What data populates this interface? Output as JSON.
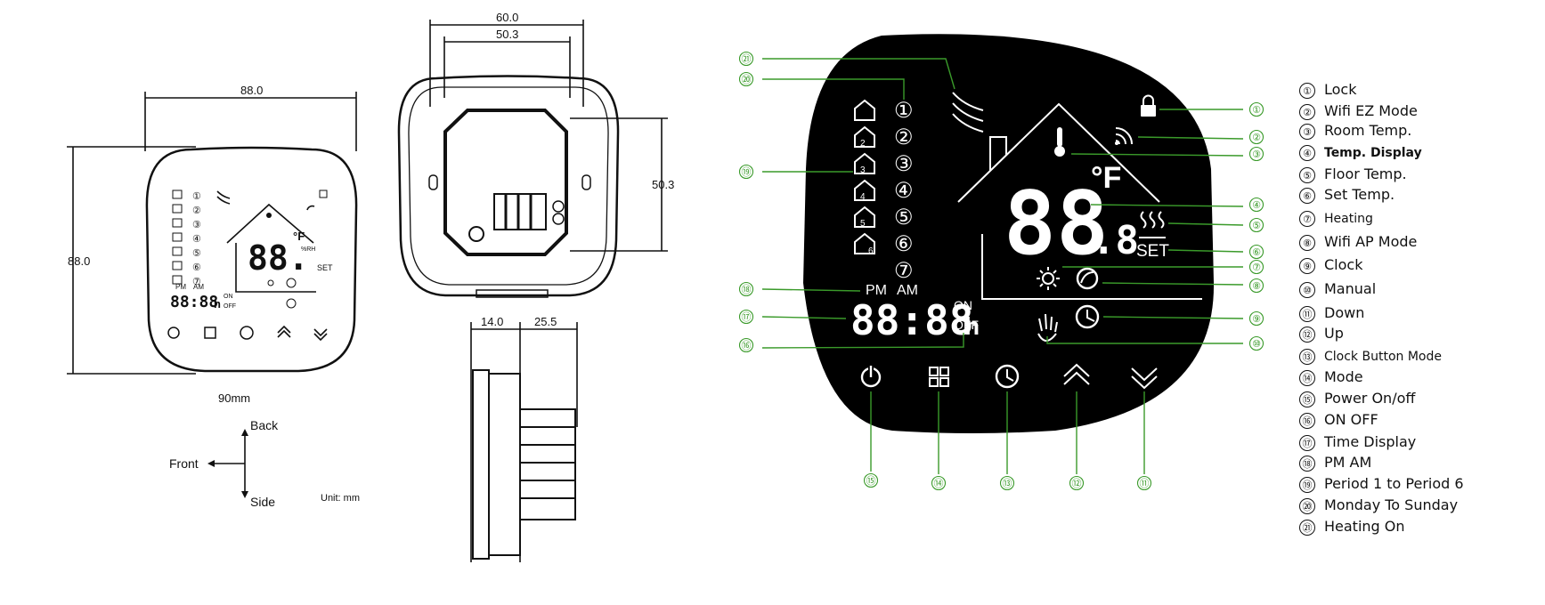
{
  "dimensions": {
    "front_width": "88.0",
    "front_height": "88.0",
    "front_bottom": "90mm",
    "back_outer_width": "60.0",
    "back_inner_width": "50.3",
    "back_height": "50.3",
    "side_depth_front": "14.0",
    "side_depth_back": "25.5"
  },
  "orientation": {
    "back": "Back",
    "front": "Front",
    "side": "Side",
    "unit": "Unit: mm"
  },
  "small_display": {
    "temp": "88.",
    "unit": "°F",
    "rh": "%RH",
    "set": "SET",
    "pm": "PM",
    "am": "AM",
    "time": "88:88",
    "h": "h",
    "on": "ON",
    "off": "OFF",
    "periods": [
      "①",
      "②",
      "③",
      "④",
      "⑤",
      "⑥",
      "⑦"
    ]
  },
  "large_display": {
    "temp_main": "88",
    "temp_decimal": ".8",
    "unit": "°F",
    "set": "SET",
    "pm": "PM",
    "am": "AM",
    "time": "88:88",
    "h": "h",
    "on": "ON",
    "off": "OFF",
    "periods": [
      "①",
      "②",
      "③",
      "④",
      "⑤",
      "⑥",
      "⑦"
    ],
    "period_icons": [
      "",
      "2",
      "3",
      "4",
      "5",
      "6"
    ]
  },
  "callouts": [
    "①",
    "②",
    "③",
    "④",
    "⑤",
    "⑥",
    "⑦",
    "⑧",
    "⑨",
    "⑩",
    "⑪",
    "⑫",
    "⑬",
    "⑭",
    "⑮",
    "⑯",
    "⑰",
    "⑱",
    "⑲",
    "⑳",
    "㉑"
  ],
  "legend": [
    {
      "num": "①",
      "text": "Lock"
    },
    {
      "num": "②",
      "text": "Wifi EZ Mode"
    },
    {
      "num": "③",
      "text": "Room Temp."
    },
    {
      "num": "④",
      "text": "Temp. Display"
    },
    {
      "num": "⑤",
      "text": "Floor Temp."
    },
    {
      "num": "⑥",
      "text": "Set Temp."
    },
    {
      "num": "⑦",
      "text": "Heating"
    },
    {
      "num": "⑧",
      "text": "Wifi AP Mode"
    },
    {
      "num": "⑨",
      "text": "Clock"
    },
    {
      "num": "⑩",
      "text": "Manual"
    },
    {
      "num": "⑪",
      "text": "Down"
    },
    {
      "num": "⑫",
      "text": "Up"
    },
    {
      "num": "⑬",
      "text": "Clock Button Mode"
    },
    {
      "num": "⑭",
      "text": "Mode"
    },
    {
      "num": "⑮",
      "text": "Power On/off"
    },
    {
      "num": "⑯",
      "text": "ON  OFF"
    },
    {
      "num": "⑰",
      "text": "Time Display"
    },
    {
      "num": "⑱",
      "text": "PM  AM"
    },
    {
      "num": "⑲",
      "text": "Period 1 to Period 6"
    },
    {
      "num": "⑳",
      "text": "Monday To Sunday"
    },
    {
      "num": "㉑",
      "text": "Heating On"
    }
  ],
  "colors": {
    "callout": "#3a9a2a",
    "panel": "#000000",
    "line": "#111111"
  },
  "icons": [
    "lock-icon",
    "wifi-icon",
    "thermometer-icon",
    "heating-icon",
    "sun-icon",
    "wifi-ap-icon",
    "clock-icon",
    "hand-icon",
    "power-icon",
    "mode-icon",
    "up-chevron-icon",
    "down-chevron-icon",
    "heating-on-icon"
  ]
}
